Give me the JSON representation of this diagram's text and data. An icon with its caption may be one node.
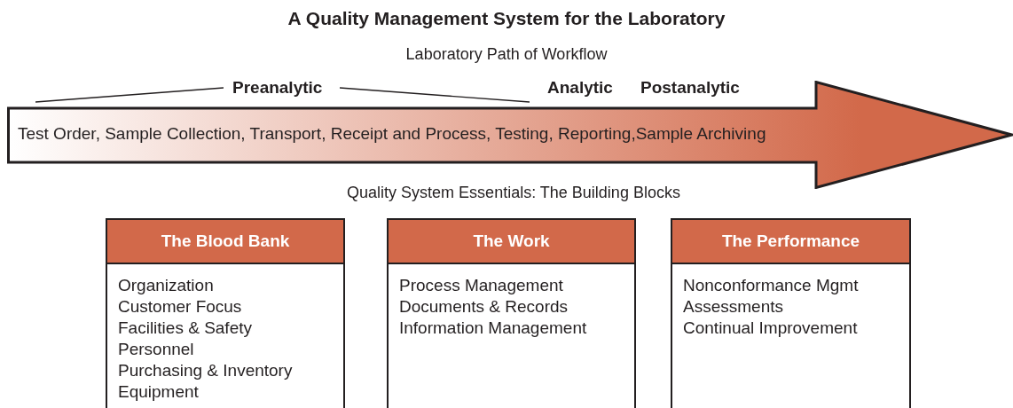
{
  "diagram": {
    "title": "A Quality Management System for the Laboratory",
    "nodes": [
      {
        "text": [
          "Test Order, Sample Collection, Transport, Receipt and Process, Testing, Reporting,Sample Archiving"
        ]
      },
      {
        "text": [
          "The Blood Bank",
          "Organization",
          "Customer Focus",
          "Facilities & Safety",
          "Personnel",
          "Purchasing & Inventory",
          "Equipment"
        ]
      },
      {
        "text": [
          "The Work",
          "Process Management",
          "Documents & Records",
          "Information Management"
        ]
      },
      {
        "text": [
          "The Performance",
          "Nonconformance Mgmt",
          "Assessments",
          "Continual Improvement"
        ]
      }
    ],
    "edges": [],
    "labels": [
      "Laboratory Path of Workflow",
      "Preanalytic",
      "Analytic",
      "Postanalytic",
      "Quality System Essentials: The Building Blocks"
    ]
  }
}
